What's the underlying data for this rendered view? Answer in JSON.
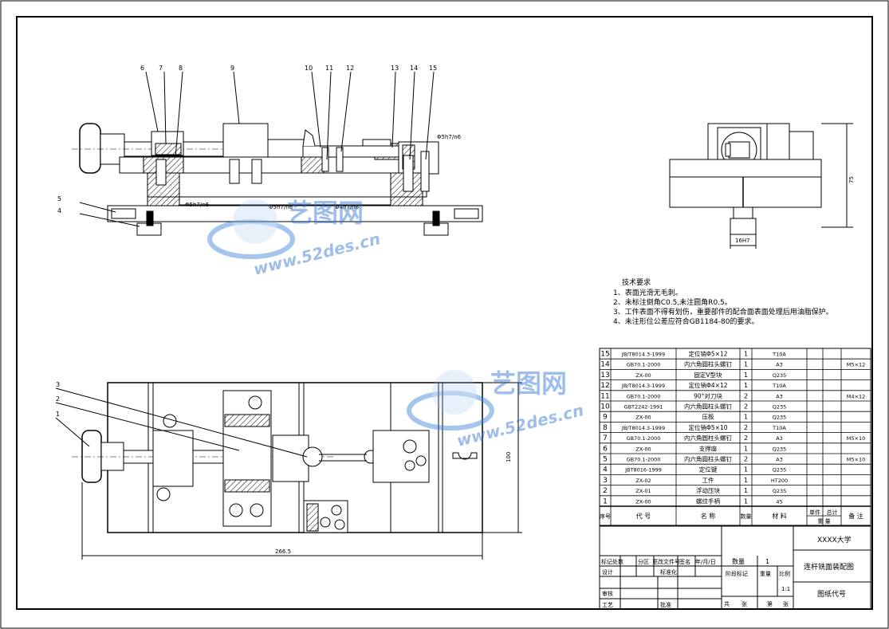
{
  "views": {
    "front_balloons": [
      "6",
      "7",
      "8",
      "9",
      "10",
      "11",
      "12",
      "13",
      "14",
      "15"
    ],
    "left_balloons": [
      "5",
      "4"
    ],
    "top_balloons": [
      "3",
      "2",
      "1"
    ],
    "fit_labels": [
      "Φ5h7/n6",
      "Φ5h7/n6",
      "Φ5h7/n6",
      "Φ4h7/n6"
    ],
    "side_dim_height": "75",
    "side_dim_slot": "16H7",
    "top_dim_width": "266.5",
    "top_dim_height": "100"
  },
  "tech_requirements": {
    "title": "技术要求",
    "items": [
      "1、表面光滑无毛刺。",
      "2、未标注倒角C0.5,未注圆角R0.5。",
      "3、工件表面不得有划伤，重要部件的配合面表面处理后用油脂保护。",
      "4、未注形位公差应符合GB1184-80的要求。"
    ]
  },
  "bom": {
    "rows": [
      {
        "no": "15",
        "code": "JB/T8014.3-1999",
        "name": "定位销Φ5×12",
        "qty": "1",
        "material": "T10A",
        "note": ""
      },
      {
        "no": "14",
        "code": "GB70.1-2000",
        "name": "内六角圆柱头螺钉",
        "qty": "1",
        "material": "A3",
        "note": "M5×12"
      },
      {
        "no": "13",
        "code": "ZX-00",
        "name": "固定V型块",
        "qty": "1",
        "material": "Q235",
        "note": ""
      },
      {
        "no": "12",
        "code": "JB/T8014.3-1999",
        "name": "定位销Φ4×12",
        "qty": "1",
        "material": "T10A",
        "note": ""
      },
      {
        "no": "11",
        "code": "GB70.1-2000",
        "name": "90°对刀块",
        "qty": "2",
        "material": "A3",
        "note": "M4×12"
      },
      {
        "no": "10",
        "code": "GBT2242-1991",
        "name": "内六角圆柱头螺钉",
        "qty": "2",
        "material": "Q235",
        "note": ""
      },
      {
        "no": "9",
        "code": "ZX-00",
        "name": "压板",
        "qty": "1",
        "material": "Q235",
        "note": ""
      },
      {
        "no": "8",
        "code": "JB/T8014.3-1999",
        "name": "定位销Φ5×10",
        "qty": "2",
        "material": "T10A",
        "note": ""
      },
      {
        "no": "7",
        "code": "GB70.1-2000",
        "name": "内六角圆柱头螺钉",
        "qty": "2",
        "material": "A3",
        "note": "M5×10"
      },
      {
        "no": "6",
        "code": "ZX-00",
        "name": "支撑座",
        "qty": "1",
        "material": "Q235",
        "note": ""
      },
      {
        "no": "5",
        "code": "GB70.1-2000",
        "name": "内六角圆柱头螺钉",
        "qty": "2",
        "material": "A3",
        "note": "M5×10"
      },
      {
        "no": "4",
        "code": "JBT8016-1999",
        "name": "定位键",
        "qty": "1",
        "material": "Q235",
        "note": ""
      },
      {
        "no": "3",
        "code": "ZX-02",
        "name": "工件",
        "qty": "1",
        "material": "HT200",
        "note": ""
      },
      {
        "no": "2",
        "code": "ZX-01",
        "name": "浮动压块",
        "qty": "1",
        "material": "Q235",
        "note": ""
      },
      {
        "no": "1",
        "code": "ZX-00",
        "name": "螺纹手柄",
        "qty": "1",
        "material": "45",
        "note": ""
      }
    ],
    "header": {
      "no": "序号",
      "code": "代  号",
      "name": "名    称",
      "qty": "数量",
      "material": "材    料",
      "weight1": "单件",
      "weight2": "总计",
      "weight3": "重  量",
      "note": "备  注"
    }
  },
  "title_block": {
    "school": "XXXX大学",
    "drawing_name": "连杆铣面装配图",
    "drawing_code": "图纸代号",
    "mark": "标记",
    "count": "处数",
    "zone": "分区",
    "change_doc": "更改文件号",
    "sign": "签名",
    "date": "年/月/日",
    "design": "设计",
    "standard": "标准化",
    "check": "审核",
    "process": "工艺",
    "approve": "批准",
    "quantity_label": "数量",
    "quantity_value": "1",
    "stage": "阶段标记",
    "weight": "重量",
    "scale_label": "比例",
    "scale_value": "1:1",
    "total": "共",
    "sheet": "张",
    "page": "第",
    "page_sheet": "张"
  },
  "watermark": {
    "text_main": "艺图网",
    "text_url": "www.52des.cn"
  }
}
